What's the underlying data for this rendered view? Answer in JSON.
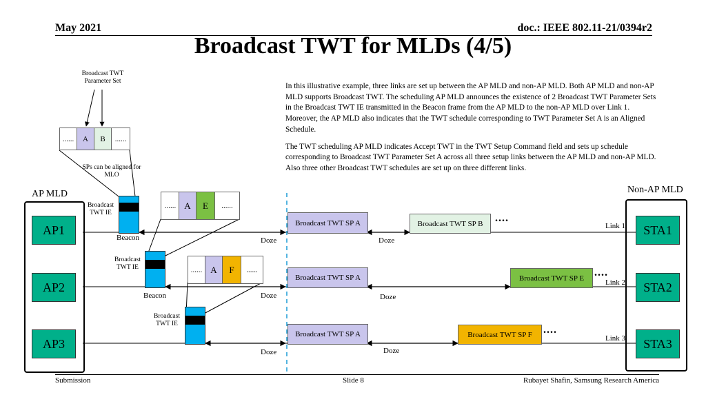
{
  "header": {
    "date": "May 2021",
    "doc_id": "doc.: IEEE 802.11-21/0394r2",
    "title": "Broadcast TWT for MLDs (4/5)"
  },
  "description": {
    "paragraph1": "In this illustrative example, three links are set up between the AP MLD and non-AP MLD. Both AP MLD and non-AP MLD supports Broadcast TWT. The scheduling AP MLD announces the existence of 2 Broadcast TWT Parameter Sets in the Broadcast TWT IE transmitted in the Beacon frame from the AP MLD to the non-AP MLD over Link 1. Moreover, the AP MLD also indicates that the TWT schedule corresponding to TWT Parameter Set A is an Aligned Schedule.",
    "paragraph2": "The TWT scheduling AP MLD indicates Accept TWT in the TWT Setup Command field and sets up schedule corresponding to Broadcast TWT Parameter Set A across all three setup links between the AP MLD and non-AP MLD. Also three other Broadcast TWT schedules are set up on three different links."
  },
  "diagram": {
    "param_set_label": "Broadcast TWT Parameter Set",
    "sps_aligned_note": "SPs can be aligned for MLO",
    "top_ie": {
      "left": "......",
      "a": "A",
      "b": "B",
      "right": "......"
    },
    "ap_mld_label": "AP MLD",
    "non_ap_mld_label": "Non-AP MLD",
    "ap_nodes": [
      "AP1",
      "AP2",
      "AP3"
    ],
    "sta_nodes": [
      "STA1",
      "STA2",
      "STA3"
    ],
    "ie_label": "Broadcast TWT IE",
    "beacon_label": "Beacon",
    "doze_label": "Doze",
    "sp_common": "Broadcast TWT SP A",
    "ellipsis": "....",
    "links": [
      {
        "name": "Link 1",
        "second_sp": "Broadcast TWT SP B",
        "ie_second": "E",
        "ie_left": "......",
        "ie_right": "......",
        "ie_a": "A",
        "color": "#e2f2e4"
      },
      {
        "name": "Link 2",
        "second_sp": "Broadcast TWT SP E",
        "ie_second": "F",
        "ie_left": "......",
        "ie_right": "......",
        "ie_a": "A",
        "color": "#7bc043"
      },
      {
        "name": "Link 3",
        "second_sp": "Broadcast TWT SP F",
        "color": "#f2b400"
      }
    ],
    "colors": {
      "param_a": "#c9c5ec",
      "param_b": "#e2f2e4",
      "param_e": "#7bc043",
      "param_f": "#f2b400",
      "node": "#00b08a",
      "ie_block": "#00b0f0",
      "divider": "#1a9bd6"
    }
  },
  "footer": {
    "left": "Submission",
    "center": "Slide 8",
    "right": "Rubayet Shafin, Samsung Research America"
  }
}
